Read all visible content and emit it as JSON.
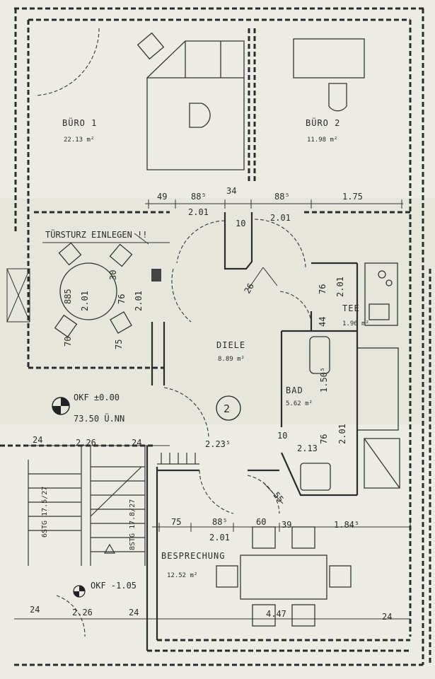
{
  "rooms": {
    "buero1": {
      "name": "BÜRO 1",
      "area": "22.13 m²"
    },
    "buero2": {
      "name": "BÜRO 2",
      "area": "11.98 m²"
    },
    "diele": {
      "name": "DIELE",
      "area": "8.89 m²"
    },
    "bad": {
      "name": "BAD",
      "area": "5.62 m²"
    },
    "tee": {
      "name": "TEE",
      "area": "1.96 m²"
    },
    "besprechung": {
      "name": "BESPRECHUNG",
      "area": "12.52 m²"
    }
  },
  "notes": {
    "sturz": "TÜRSTURZ EINLEGEN !!",
    "marker": "2",
    "okf_top": "OKF ±0.00",
    "okf_top_nn": "73.50 Ü.NN",
    "okf_bottom": "OKF -1.05",
    "stairs": "8STG 17.8/27",
    "stairs_left": "6STG 17.5/27"
  },
  "dimensions": {
    "d49": "49",
    "d885a": "88⁵",
    "d34": "34",
    "d885b": "88⁵",
    "d175": "1.75",
    "d201a": "2.01",
    "d201b": "2.01",
    "d10a": "10",
    "d26": "26",
    "d76a": "76",
    "d201c": "2.01",
    "d44": "44",
    "d1505": "1.50⁵",
    "d885c": "885",
    "d201d": "2.01",
    "d30": "30",
    "d201e": "2.01",
    "d76b": "76",
    "d75a": "75",
    "d70": "70",
    "d24a": "24",
    "d226a": "2.26",
    "d24b": "24",
    "d2235": "2.23⁵",
    "d10b": "10",
    "d213": "2.13",
    "d76c": "76",
    "d201f": "2.01",
    "d55": "55",
    "d75b": "75",
    "d885d": "88⁵",
    "d60": "60",
    "d39": "39",
    "d1845": "1.84⁵",
    "d201g": "2.01",
    "d24c": "24",
    "d226b": "2.26",
    "d24d": "24",
    "d447": "4.47",
    "d24e": "24"
  }
}
